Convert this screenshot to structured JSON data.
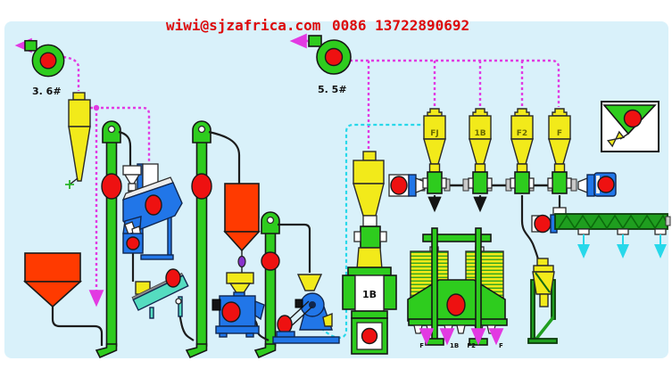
{
  "header": {
    "email": "wiwi@sjzafrica.com",
    "phone": "0086 13722890692"
  },
  "fans": {
    "left": {
      "label": "3. 6#"
    },
    "right": {
      "label": "5. 5#"
    }
  },
  "cyclones": {
    "items": [
      {
        "label": "FJ"
      },
      {
        "label": "1B"
      },
      {
        "label": "F2"
      },
      {
        "label": "F"
      }
    ]
  },
  "mill": {
    "label": "1B"
  },
  "sifter": {
    "outlets": [
      {
        "label": "F"
      },
      {
        "label": "1B"
      },
      {
        "label": "F2"
      },
      {
        "label": "F"
      }
    ]
  },
  "colors": {
    "background": "#d9f1fa",
    "machine_green": "#2ecc1e",
    "machine_blue": "#2176e8",
    "accent_red": "#ee1111",
    "cyclone_yellow": "#f2ea1a",
    "silo_orange": "#ff3a00",
    "duct_magenta": "#e23ae2",
    "air_cyan": "#27d8ea",
    "conveyor_teal": "#55dcc0",
    "text_red": "#dd0909"
  }
}
